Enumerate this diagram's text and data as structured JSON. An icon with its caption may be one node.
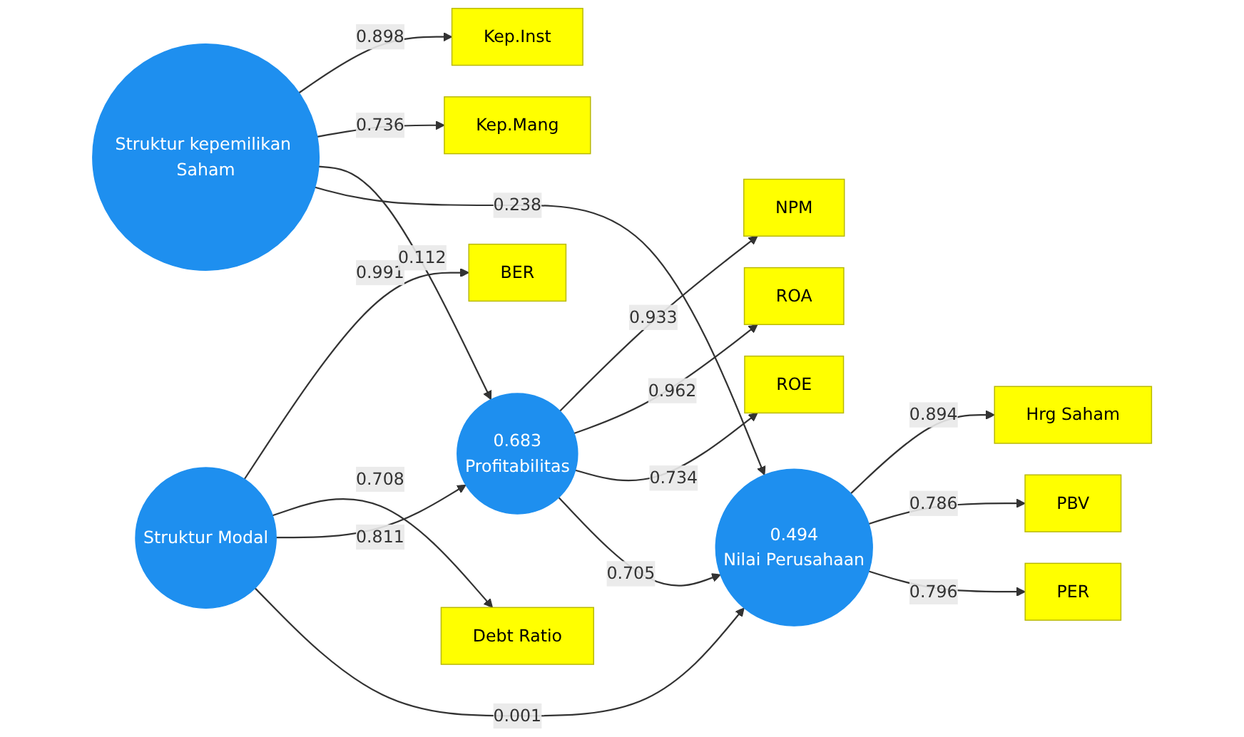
{
  "diagram": {
    "nodes": [
      {
        "text": [
          "Struktur Modal"
        ]
      },
      {
        "text": [
          "BER"
        ]
      },
      {
        "text": [
          "Debt Ratio"
        ]
      },
      {
        "text": [
          "NPM"
        ]
      },
      {
        "text": [
          "ROA"
        ]
      },
      {
        "text": [
          "ROE"
        ]
      },
      {
        "text": [
          "0.683",
          "Profitabilitas"
        ]
      },
      {
        "text": [
          "0.494",
          "Nilai Perusahaan"
        ]
      },
      {
        "text": [
          "Hrg Saham"
        ]
      },
      {
        "text": [
          "PBV"
        ]
      },
      {
        "text": [
          "PER"
        ]
      },
      {
        "text": [
          "Kep.Inst"
        ]
      },
      {
        "text": [
          "Kep.Mang"
        ]
      },
      {
        "text": [
          "Struktur kepemilikan Saham"
        ]
      }
    ],
    "edges": [
      {
        "from": 0,
        "to": 1,
        "arrow": "to",
        "label": "0.991"
      },
      {
        "from": 0,
        "to": 2,
        "arrow": "to",
        "label": "0.708"
      },
      {
        "from": 0,
        "to": 6,
        "arrow": "to",
        "label": "0.811"
      },
      {
        "from": 0,
        "to": 7,
        "arrow": "to",
        "label": "0.001"
      },
      {
        "from": 6,
        "to": 3,
        "arrow": "to",
        "label": "0.933"
      },
      {
        "from": 6,
        "to": 4,
        "arrow": "to",
        "label": "0.962"
      },
      {
        "from": 6,
        "to": 5,
        "arrow": "to",
        "label": "0.734"
      },
      {
        "from": 6,
        "to": 7,
        "arrow": "to",
        "label": "0.705"
      },
      {
        "from": 7,
        "to": 8,
        "arrow": "to",
        "label": "0.894"
      },
      {
        "from": 7,
        "to": 9,
        "arrow": "to",
        "label": "0.786"
      },
      {
        "from": 7,
        "to": 10,
        "arrow": "to",
        "label": "0.796"
      },
      {
        "from": 13,
        "to": 11,
        "arrow": "to",
        "label": "0.898"
      },
      {
        "from": 13,
        "to": 12,
        "arrow": "to",
        "label": "0.736"
      },
      {
        "from": 13,
        "to": 6,
        "arrow": "to",
        "label": "0.112"
      },
      {
        "from": 13,
        "to": 7,
        "arrow": "to",
        "label": "0.238"
      }
    ]
  }
}
